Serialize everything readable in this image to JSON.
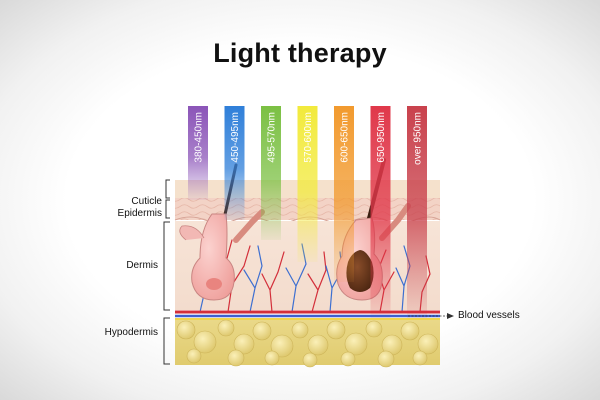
{
  "title": "Light therapy",
  "wavelength_bands": [
    {
      "label": "380-450nm",
      "color": "#8b55b8"
    },
    {
      "label": "450-495nm",
      "color": "#2f7fd9"
    },
    {
      "label": "495-570nm",
      "color": "#7bc043"
    },
    {
      "label": "570-600nm",
      "color": "#f2ea3c"
    },
    {
      "label": "600-650nm",
      "color": "#f29a2e"
    },
    {
      "label": "650-950nm",
      "color": "#e0384a"
    },
    {
      "label": "over 950nm",
      "color": "#c9424d"
    }
  ],
  "layers": {
    "cuticle": "Cuticle",
    "epidermis": "Epidermis",
    "dermis": "Dermis",
    "hypodermis": "Hypodermis"
  },
  "annotations": {
    "blood_vessels": "Blood vessels"
  }
}
